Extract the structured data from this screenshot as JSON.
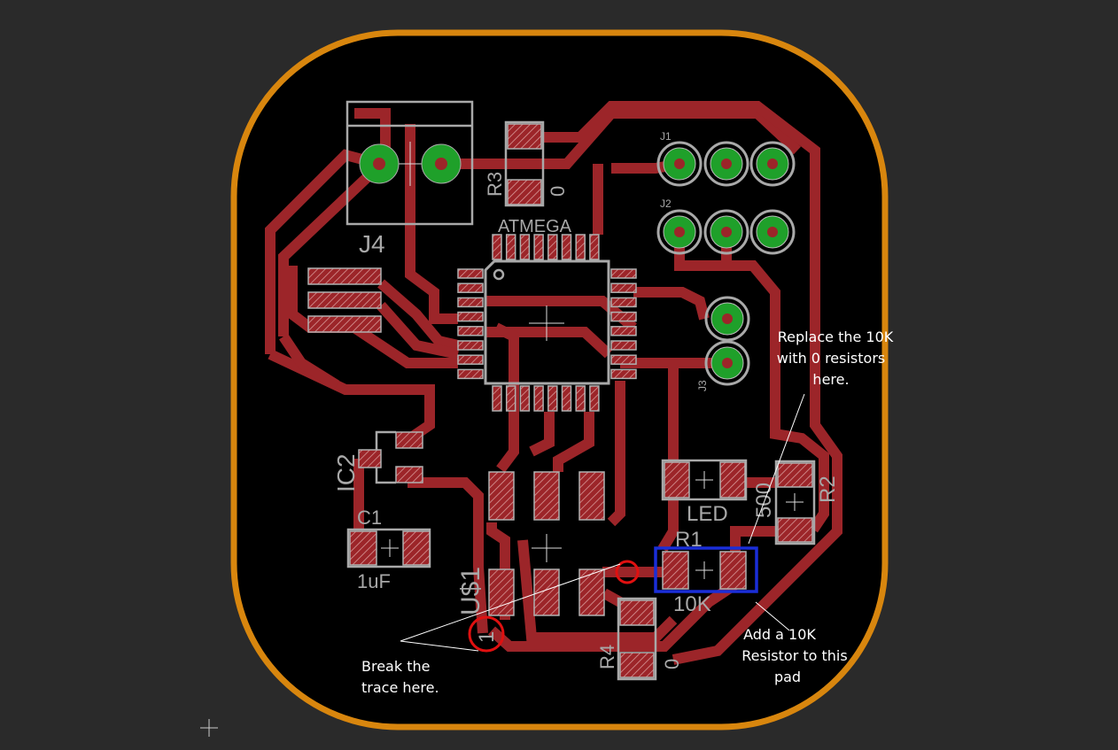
{
  "colors": {
    "background": "#2a2a2a",
    "board": "#000000",
    "board_outline": "#d8860e",
    "trace": "#9c2529",
    "silkscreen": "#a8a8a8",
    "via": "#1fa02a",
    "highlight": "#1a2ed8",
    "marker": "#e01010",
    "annotation": "#ffffff"
  },
  "components": {
    "j4": {
      "name": "J4"
    },
    "r3": {
      "name": "R3",
      "value": "0"
    },
    "atmega": {
      "name": "ATMEGA"
    },
    "j1": {
      "name": "J1"
    },
    "j2": {
      "name": "J2"
    },
    "j3": {
      "name": "J3"
    },
    "ic2": {
      "name": "IC2"
    },
    "c1": {
      "name": "C1",
      "value": "1uF"
    },
    "us1": {
      "name": "U$1",
      "pin": "1"
    },
    "r4": {
      "name": "R4",
      "value": "0"
    },
    "led": {
      "name": "LED"
    },
    "r2": {
      "name": "R2",
      "value": "500"
    },
    "r1": {
      "name": "R1",
      "value": "10K"
    }
  },
  "annotations": {
    "replace": [
      "Replace the 10K",
      "with 0 resistors",
      "here."
    ],
    "break": [
      "Break the",
      "trace here."
    ],
    "add": [
      "Add a 10K",
      "Resistor to this",
      "pad"
    ]
  }
}
